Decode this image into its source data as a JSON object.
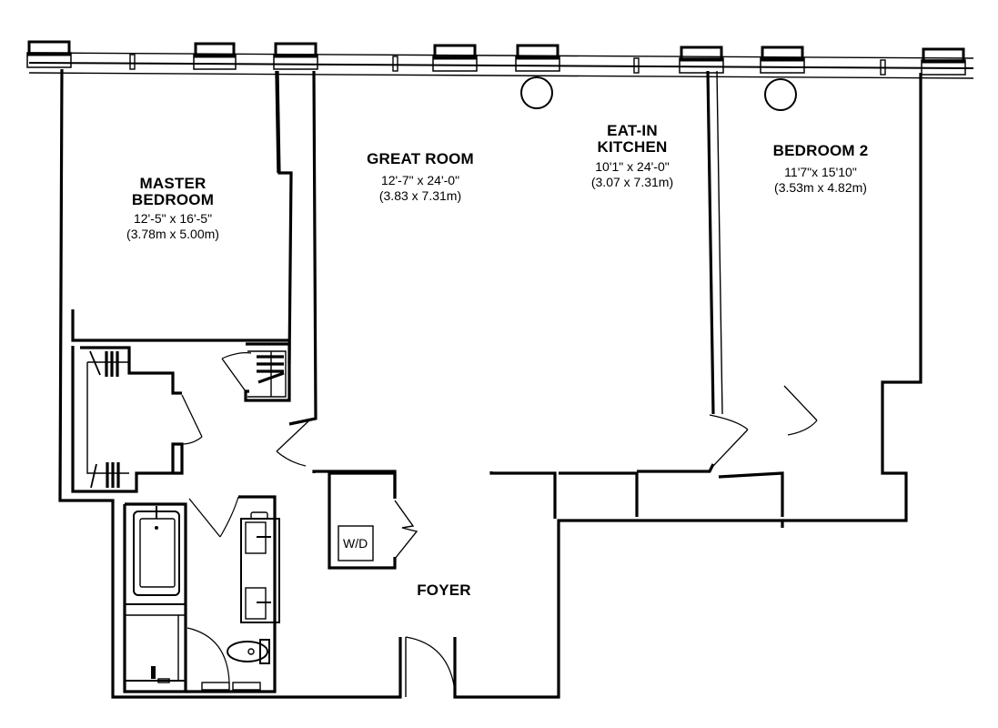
{
  "plan": {
    "rooms": [
      {
        "id": "master-bedroom",
        "name_line1": "MASTER",
        "name_line2": "BEDROOM",
        "dim_imperial": "12'-5\" x 16'-5\"",
        "dim_metric": "(3.78m x 5.00m)"
      },
      {
        "id": "great-room",
        "name_line1": "GREAT ROOM",
        "dim_imperial": "12'-7\" x 24'-0\"",
        "dim_metric": "(3.83 x 7.31m)"
      },
      {
        "id": "eat-in-kitchen",
        "name_line1": "EAT-IN",
        "name_line2": "KITCHEN",
        "dim_imperial": "10'1\" x 24'-0\"",
        "dim_metric": "(3.07 x 7.31m)"
      },
      {
        "id": "bedroom-2",
        "name_line1": "BEDROOM 2",
        "dim_imperial": "11'7\"x 15'10\"",
        "dim_metric": "(3.53m x 4.82m)"
      },
      {
        "id": "foyer",
        "name_line1": "FOYER"
      }
    ],
    "fixtures": {
      "washer_dryer": "W/D"
    },
    "compass": {
      "icon": "north-arrow-icon",
      "rotation_deg": -30
    },
    "colors": {
      "line": "#000000",
      "background": "#ffffff"
    }
  }
}
